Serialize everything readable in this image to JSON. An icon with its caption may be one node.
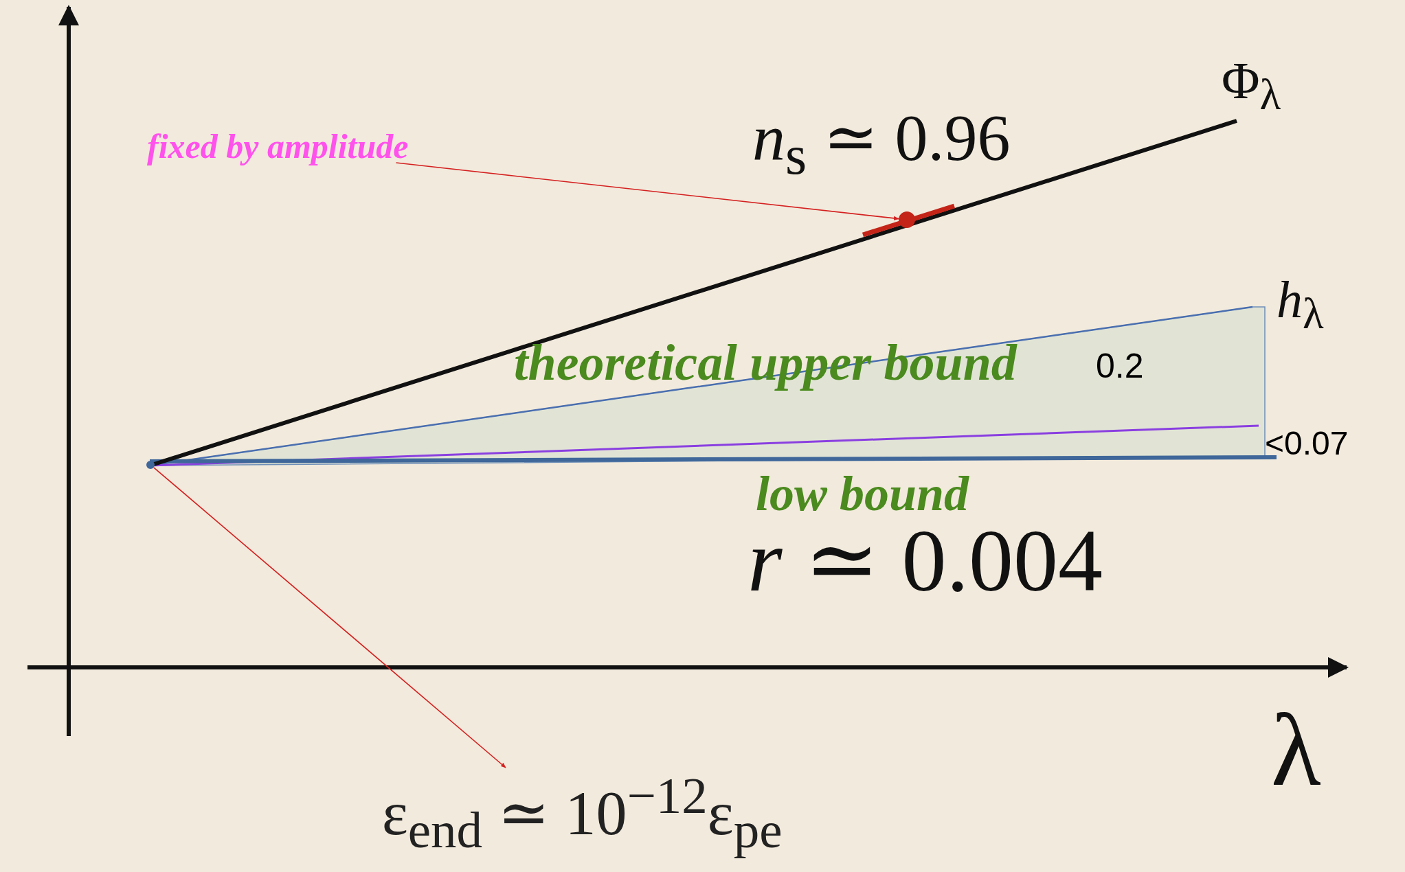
{
  "diagram": {
    "nodes": [
      {
        "text": [
          "fixed by amplitude"
        ]
      },
      {
        "text": [],
        "shape": "circle"
      },
      {
        "text": [],
        "shape": "circle"
      },
      {
        "text": [
          "ε$_{end}$ ≃ 10$^{−12}$ε$_{pe}$"
        ]
      }
    ],
    "edges": [
      {
        "from": 0,
        "to": 1,
        "arrow": "to",
        "color": "#d42020"
      },
      {
        "from": 2,
        "to": 3,
        "arrow": "to",
        "color": "#d42020"
      }
    ],
    "labels": [
      "Φ$_{λ}$",
      "*n*$_{s}$ ≃ 0.96",
      "*h*$_{λ}$",
      "theoretical upper bound",
      "0.2",
      "<0.07",
      "low bound",
      "*r* ≃ 0.004",
      "λ"
    ]
  }
}
